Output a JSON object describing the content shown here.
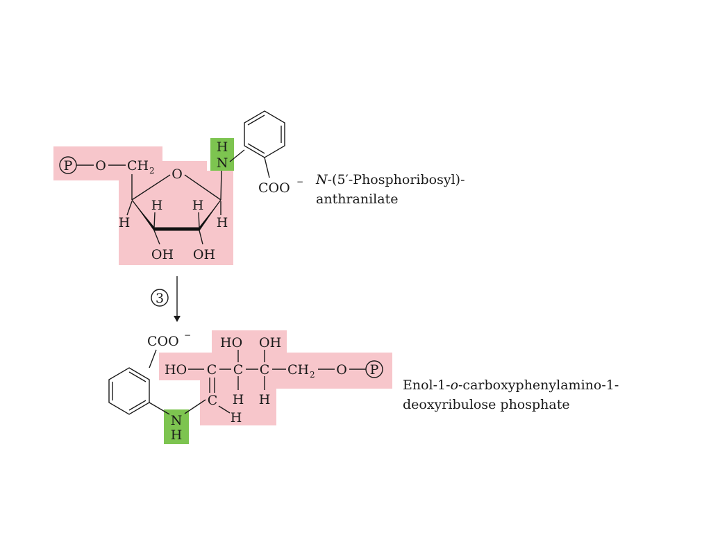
{
  "colors": {
    "ribose_highlight": "#f7c6cb",
    "amine_highlight": "#7dc450",
    "ink": "#1a1a1a"
  },
  "top_molecule": {
    "phosphate": "P",
    "oxygen_link": "O",
    "ch2": "CH",
    "ch2_sub": "2",
    "ring_oxygen": "O",
    "h": "H",
    "oh": "OH",
    "nh_h": "H",
    "nh_n": "N",
    "coo": "COO",
    "charge": "−",
    "name_line1_italic": "N",
    "name_line1_rest": "-(5′-Phosphoribosyl)-",
    "name_line2": "anthranilate"
  },
  "step": {
    "number": "3"
  },
  "bottom_molecule": {
    "coo": "COO",
    "charge": "−",
    "ho_top_1": "HO",
    "ho_top_2": "OH",
    "ho_left": "HO",
    "c": "C",
    "ch2": "CH",
    "ch2_sub": "2",
    "o_link": "O",
    "phosphate": "P",
    "h": "H",
    "nh_n": "N",
    "nh_h": "H",
    "name_line1_a": "Enol-1-",
    "name_line1_italic": "o",
    "name_line1_b": "-carboxyphenylamino-1-",
    "name_line2": "deoxyribulose phosphate"
  }
}
